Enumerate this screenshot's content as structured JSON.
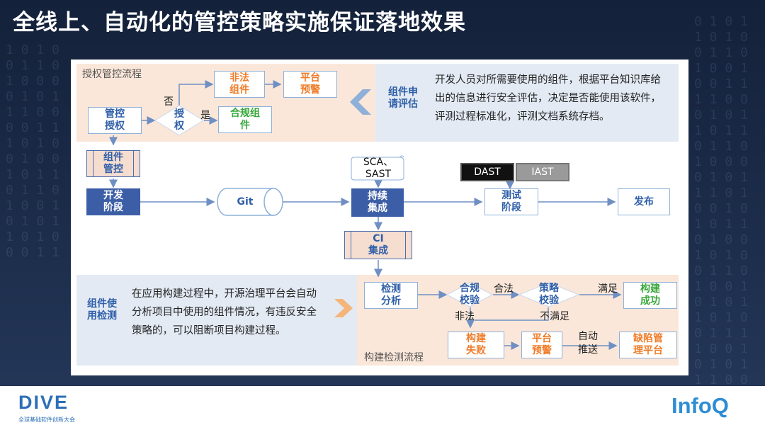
{
  "title": "全线上、自动化的管控策略实施保证落地效果",
  "auth_area": {
    "label": "授权管控流程",
    "boxes": {
      "manage": "管控\n授权",
      "authorize": "授\n权",
      "illegal": "非法\n组件",
      "platform_alert": "平台\n预警",
      "compliant": "合规组\n件"
    },
    "edge_no": "否",
    "edge_yes": "是",
    "side_label": "组件申\n请评估",
    "description": "开发人员对所需要使用的组件，根据平台知识库给出的信息进行安全评估，决定是否能使用该软件，评测过程标准化，评测文档系统存档。"
  },
  "main_flow": {
    "component_control": "组件\n管控",
    "dev_stage": "开发\n阶段",
    "git": "Git",
    "sca_sast": "SCA、\nSAST",
    "continuous_integration": "持续\n集成",
    "ci_integration": "CI\n集成",
    "dast": "DAST",
    "iast": "IAST",
    "test_stage": "测试\n阶段",
    "release": "发布"
  },
  "build_area": {
    "side_label": "组件使\n用检测",
    "description": "在应用构建过程中，开源治理平台会自动分析项目中使用的组件情况，有违反安全策略的，可以阻断项目构建过程。",
    "label": "构建检测流程",
    "boxes": {
      "detect": "检测\n分析",
      "compliance_check": "合规\n校验",
      "policy_check": "策略\n校验",
      "build_success": "构建\n成功",
      "build_fail": "构建\n失败",
      "platform_alert": "平台\n预警",
      "defect_platform": "缺陷管\n理平台"
    },
    "edge_legal": "合法",
    "edge_satisfied": "满足",
    "edge_illegal": "非法",
    "edge_not_satisfied": "不满足",
    "edge_auto_push": "自动\n推送"
  },
  "footer": {
    "logo_left": "DIVE",
    "logo_left_sub": "全球基础软件创新大会",
    "logo_right": "InfoQ"
  },
  "colors": {
    "accent_orange": "#ef7c28",
    "accent_green": "#3aa83c",
    "accent_blue": "#2f5fa8",
    "dark_box": "#3c5ea6",
    "peach_bg": "#fae7d9",
    "light_blue_bg": "#e3eaf4"
  }
}
